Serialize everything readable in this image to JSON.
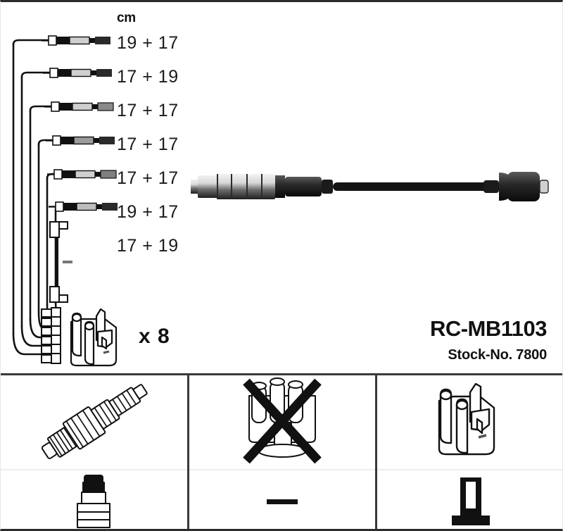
{
  "product": {
    "part_number": "RC-MB1103",
    "stock_label": "Stock-No. 7800",
    "quantity": "x 8"
  },
  "measurements": {
    "unit_label": "cm",
    "rows": [
      {
        "value": "19 + 17"
      },
      {
        "value": "17 + 19"
      },
      {
        "value": "17 + 17"
      },
      {
        "value": "17 + 17"
      },
      {
        "value": "17 + 17"
      },
      {
        "value": "19 + 17"
      },
      {
        "value": "17 + 19"
      }
    ]
  },
  "diagrams": {
    "harness": "ignition-cable-harness",
    "main_cable": "ignition-cable-single",
    "coil_pack": "ignition-coil-pack"
  },
  "compatibility_panels": [
    {
      "id": "spark-plug-panel",
      "top_icon": "spark-plug-icon",
      "bottom_icon": "spark-plug-boot-icon",
      "crossed_out": false
    },
    {
      "id": "distributor-cap-panel",
      "top_icon": "distributor-cap-icon",
      "bottom_icon": "dash-icon",
      "crossed_out": true
    },
    {
      "id": "ignition-coil-panel",
      "top_icon": "ignition-coil-pack-icon",
      "bottom_icon": "coil-terminal-icon",
      "crossed_out": false
    }
  ],
  "colors": {
    "ink": "#111111",
    "border": "#2b2b2b",
    "divider": "#3a3a3a",
    "metal": "#b9b9b9",
    "background": "#ffffff"
  }
}
